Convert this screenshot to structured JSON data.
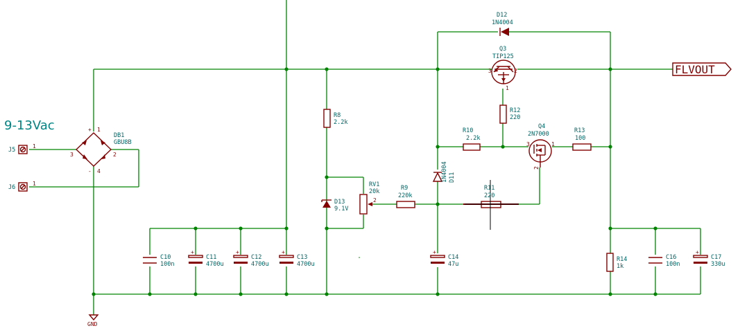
{
  "title": "9-13Vac",
  "output_label": "FLVOUT",
  "ground_label": "GND",
  "components": {
    "J5": {
      "ref": "J5",
      "pin": "1"
    },
    "J6": {
      "ref": "J6",
      "pin": "1"
    },
    "DB1": {
      "ref": "DB1",
      "value": "GBU8B",
      "pin_plus": "+",
      "pin_minus": "-",
      "pin_ac1": "3",
      "pin_ac2": "2",
      "pin_4": "4",
      "pin_1": "1"
    },
    "R8": {
      "ref": "R8",
      "value": "2.2k"
    },
    "D13": {
      "ref": "D13",
      "value": "9.1V"
    },
    "RV1": {
      "ref": "RV1",
      "value": "20k",
      "pin_wiper": "2"
    },
    "R9": {
      "ref": "R9",
      "value": "220k"
    },
    "D11": {
      "ref": "D11",
      "value": "1N4004"
    },
    "R10": {
      "ref": "R10",
      "value": "2.2k"
    },
    "R11": {
      "ref": "R11",
      "value": "220"
    },
    "R12": {
      "ref": "R12",
      "value": "220"
    },
    "R13": {
      "ref": "R13",
      "value": "100"
    },
    "R14": {
      "ref": "R14",
      "value": "1k"
    },
    "D12": {
      "ref": "D12",
      "value": "1N4004"
    },
    "Q3": {
      "ref": "Q3",
      "value": "TIP125",
      "pin_1": "1",
      "pin_2": "2",
      "pin_3": "3"
    },
    "Q4": {
      "ref": "Q4",
      "value": "2N7000",
      "pin_1": "1",
      "pin_2": "2",
      "pin_3": "3"
    },
    "C10": {
      "ref": "C10",
      "value": "100n"
    },
    "C11": {
      "ref": "C11",
      "value": "4700u"
    },
    "C12": {
      "ref": "C12",
      "value": "4700u"
    },
    "C13": {
      "ref": "C13",
      "value": "4700u"
    },
    "C14": {
      "ref": "C14",
      "value": "47u"
    },
    "C16": {
      "ref": "C16",
      "value": "100n"
    },
    "C17": {
      "ref": "C17",
      "value": "330u"
    }
  },
  "colors": {
    "wire": "#008400",
    "component": "#840000",
    "reference": "#006464",
    "title": "#008484"
  }
}
